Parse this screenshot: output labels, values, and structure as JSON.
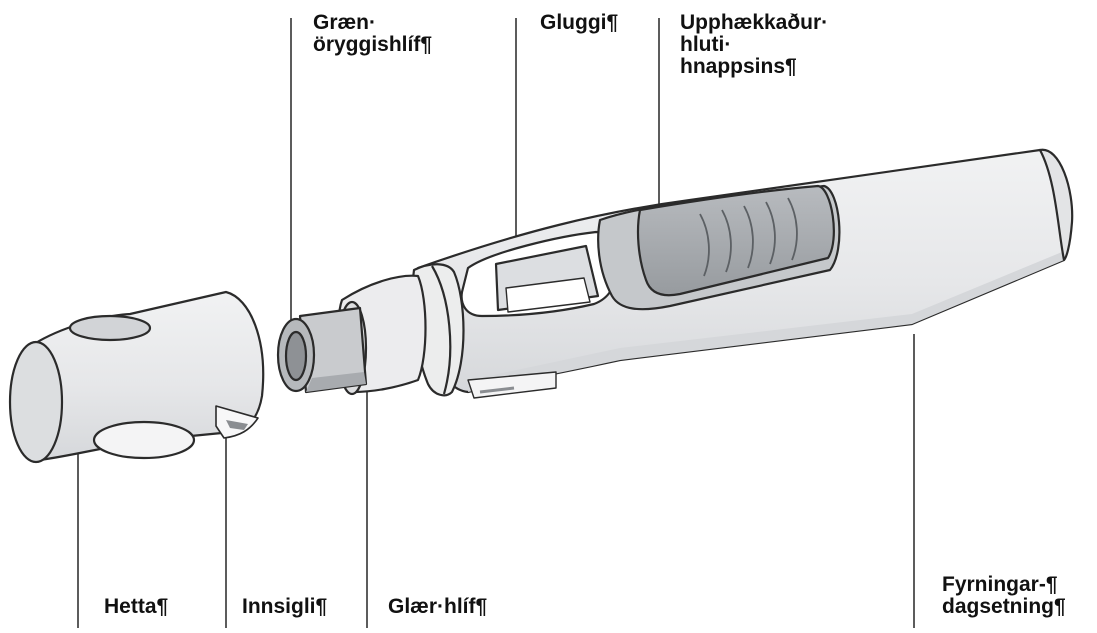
{
  "diagram": {
    "labels": {
      "green_safety_shield": {
        "line1": "Græn·",
        "line2": "öryggishlíf¶"
      },
      "window": "Gluggi¶",
      "raised_button_part": {
        "line1": "Upphækkaður·",
        "line2": "hluti·",
        "line3": "hnappsins¶"
      },
      "cap": "Hetta¶",
      "seal": "Innsigli¶",
      "clear_cover": "Glær·hlíf¶",
      "expiry_date": {
        "line1": "Fyrningar-¶",
        "line2": "dagsetning¶"
      }
    },
    "colors": {
      "body": "#e8e9eb",
      "body_shade": "#d3d5d8",
      "outline": "#2b2b2b",
      "grip": "#a8abaf",
      "grip_dark": "#8c9094",
      "window": "#ffffff",
      "callout_line": "#333333"
    }
  }
}
